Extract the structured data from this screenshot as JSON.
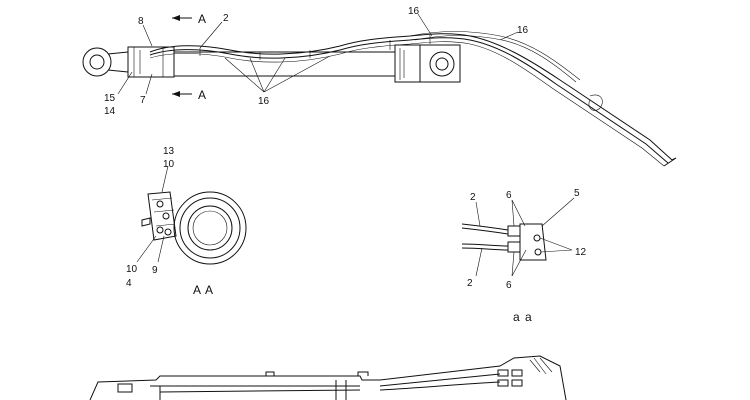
{
  "labels": {
    "view_arrow_top": "A",
    "view_arrow_bottom": "A",
    "top_2": "2",
    "top_8": "8",
    "top_16_upper": "16",
    "top_16_right": "16",
    "top_16_lower": "16",
    "top_15": "15",
    "top_14": "14",
    "top_7": "7",
    "aa_13": "13",
    "aa_10_upper": "10",
    "aa_10_lower": "10",
    "aa_4": "4",
    "aa_9": "9",
    "det_2_upper": "2",
    "det_2_lower": "2",
    "det_6_upper": "6",
    "det_6_lower": "6",
    "det_5": "5",
    "det_12": "12"
  },
  "views": {
    "view_aa_caption": "A A",
    "detail_aa_caption": "a a"
  },
  "colors": {
    "line": "#111111",
    "background": "#ffffff"
  }
}
